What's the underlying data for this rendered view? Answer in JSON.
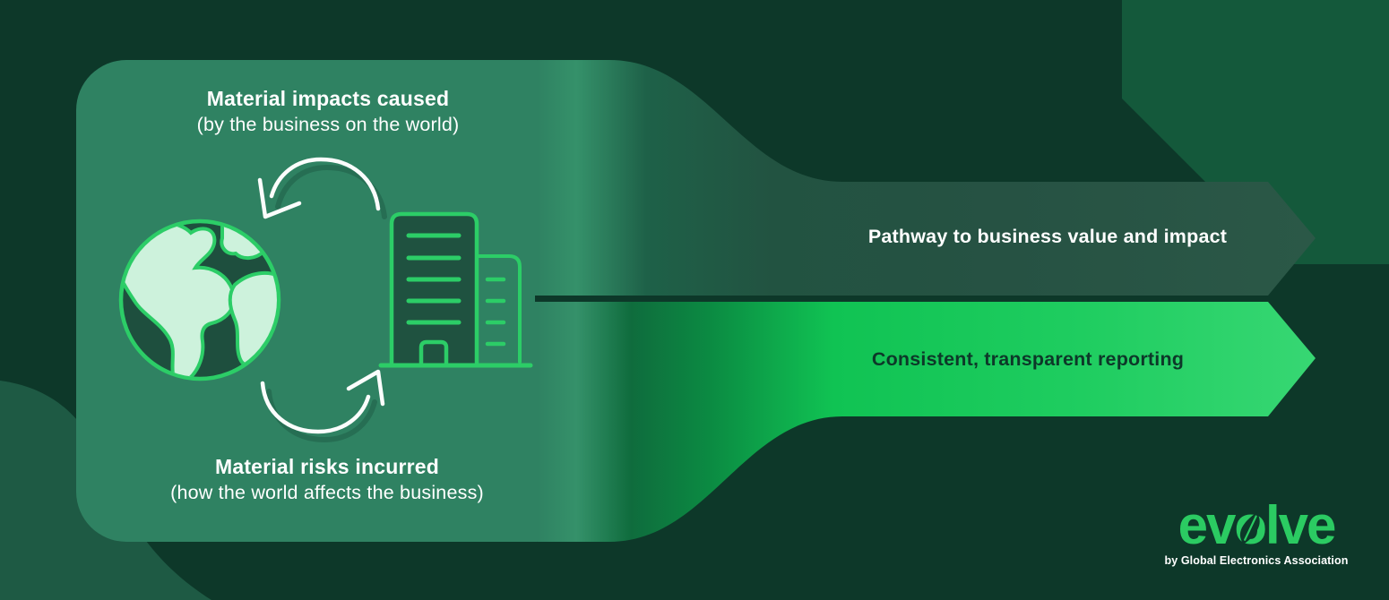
{
  "panel": {
    "impacts": {
      "title": "Material impacts caused",
      "subtitle": "(by the business on the world)"
    },
    "risks": {
      "title": "Material risks incurred",
      "subtitle": "(how the world affects the business)"
    },
    "icons": [
      "globe-icon",
      "building-icon",
      "cycle-arrow-top-icon",
      "cycle-arrow-bottom-icon"
    ]
  },
  "arrows": {
    "pathway": {
      "label": "Pathway to business value and impact"
    },
    "reporting": {
      "label": "Consistent, transparent reporting"
    }
  },
  "logo": {
    "brand_pre": "ev",
    "brand_o": "o",
    "brand_post": "lve",
    "tagline": "by Global Electronics Association",
    "leaf_icon": "leaf-icon"
  },
  "colors": {
    "background": "#0d3829",
    "panel_green": "#2f8262",
    "bright_green": "#2ccd67",
    "logo_green": "#2bcb62",
    "sage_arrow_green": "#265243",
    "reporting_gradient_end": "#37d773",
    "continent_light": "#cdf2dc",
    "icon_dark_fill": "#1f5240",
    "decor_corner_green": "#14593b",
    "decor_blob_green": "#1e5a44",
    "text_on_bright": "#0d3829",
    "text_white": "#ffffff"
  }
}
